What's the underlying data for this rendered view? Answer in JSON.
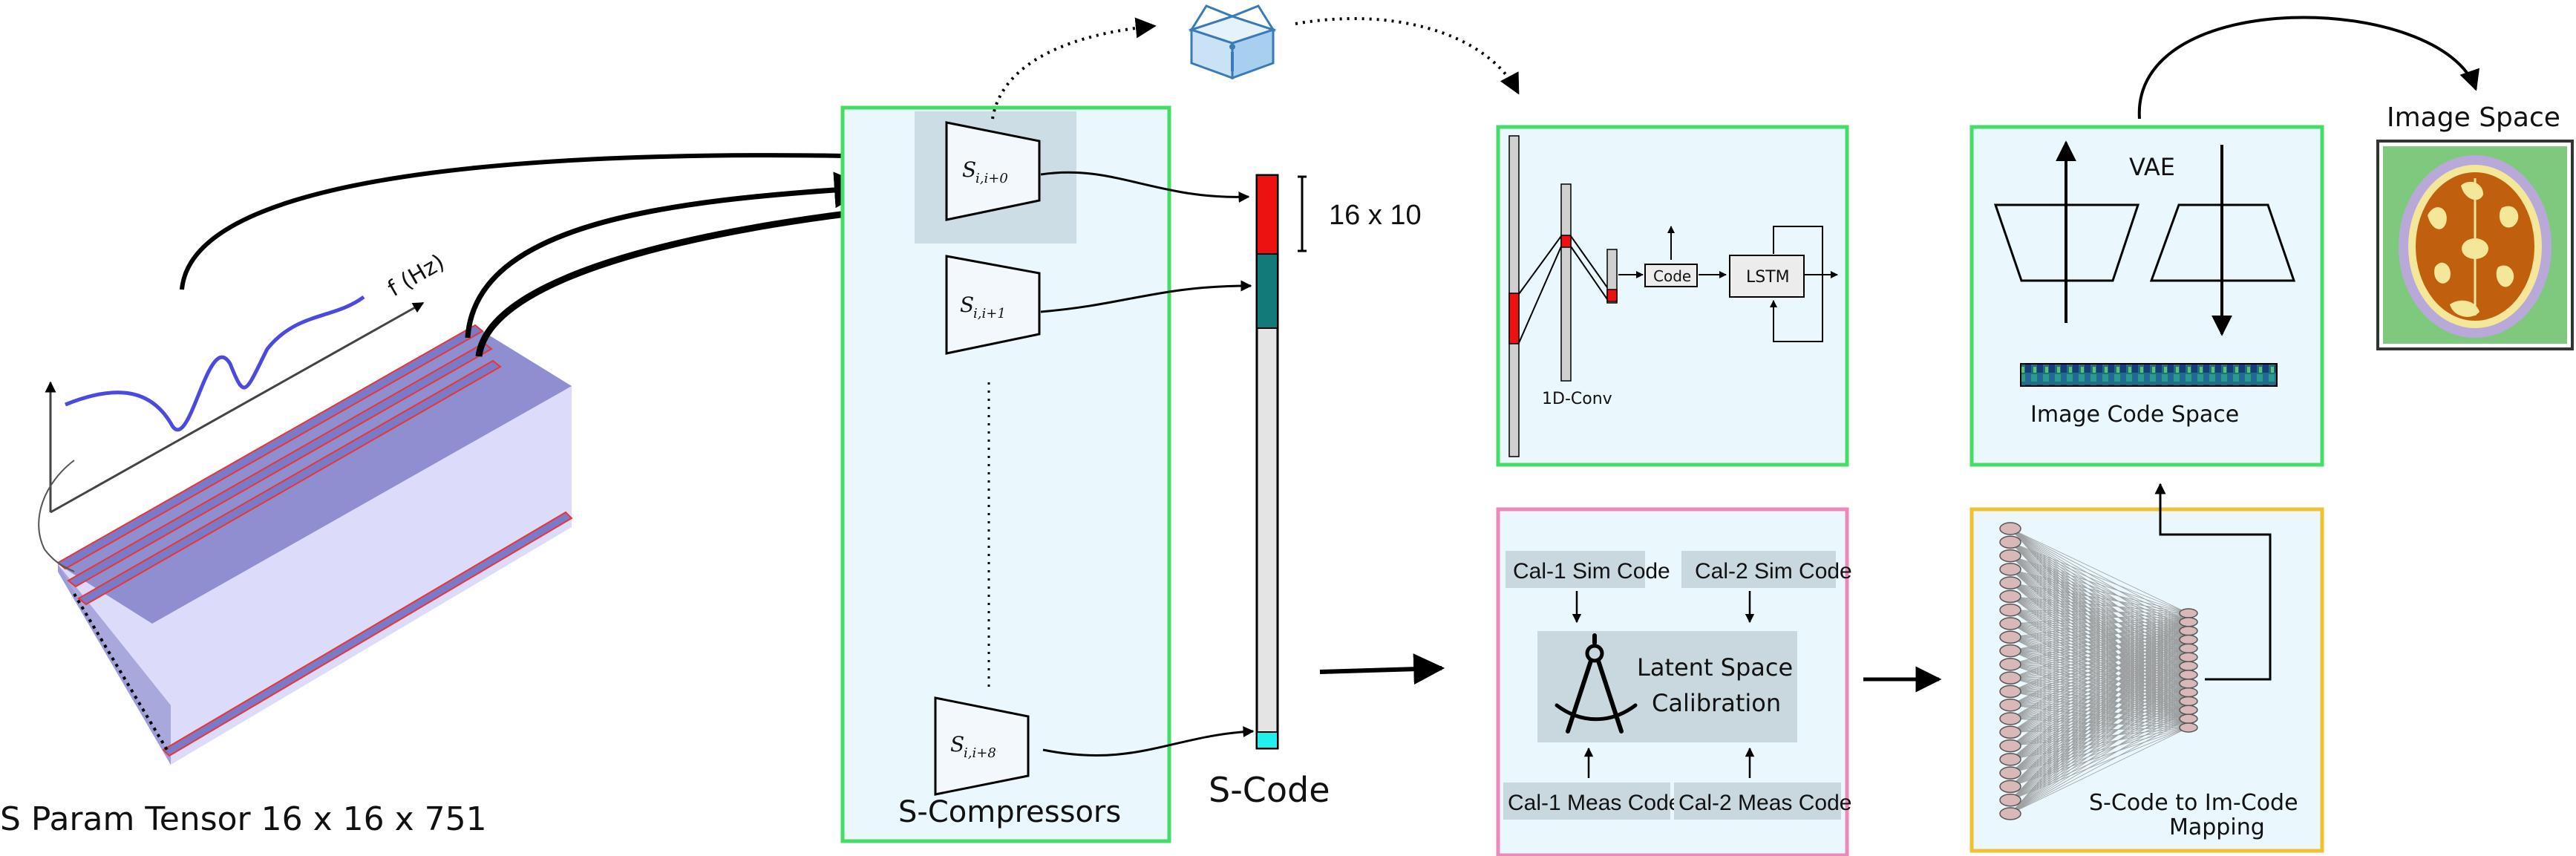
{
  "tensor": {
    "label": "S Param Tensor 16 x 16 x 751",
    "freq_axis": "f (Hz)"
  },
  "compressors": {
    "label": "S-Compressors",
    "items": [
      {
        "name": "S",
        "sub": "i,i+0"
      },
      {
        "name": "S",
        "sub": "i,i+1"
      },
      {
        "name": "S",
        "sub": "i,i+8"
      }
    ]
  },
  "scode": {
    "label": "S-Code",
    "size_label": "16 x 10"
  },
  "encoder": {
    "conv_label": "1D-Conv",
    "code_label": "Code",
    "lstm_label": "LSTM"
  },
  "calibration": {
    "title_line1": "Latent Space",
    "title_line2": "Calibration",
    "cal1_sim": "Cal-1 Sim Code",
    "cal2_sim": "Cal-2 Sim Code",
    "cal1_meas": "Cal-1 Meas Code",
    "cal2_meas": "Cal-2 Meas Code"
  },
  "vae": {
    "label": "VAE",
    "code_space": "Image Code Space"
  },
  "mapping": {
    "line1": "S-Code to Im-Code",
    "line2": "Mapping"
  },
  "image_space": {
    "label": "Image Space"
  },
  "colors": {
    "green_border": "#44dd66",
    "pink_border": "#ee88bb",
    "yellow_border": "#f0c030",
    "panel_fill": "#eaf7fc",
    "tensor_blue": "#8888cc",
    "tensor_light": "#dcdcfa",
    "red": "#ee1111",
    "teal": "#137a7a",
    "cyan": "#22eeee",
    "gray_box": "#c9d8df"
  }
}
